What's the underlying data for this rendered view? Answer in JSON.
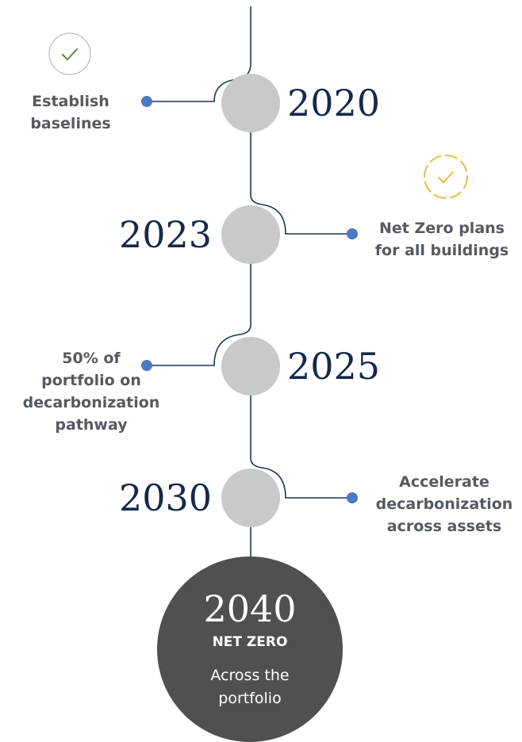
{
  "colors": {
    "line": "#1d3557",
    "node": "#c8c9cb",
    "dot": "#4a7bc4",
    "year_text": "#142a4c",
    "label_text": "#555a60",
    "done_check": "#5a8a3c",
    "pending_check": "#f0b93a",
    "final_circle": "#4f5052"
  },
  "milestones": [
    {
      "year": "2020",
      "label": "Establish\nbaselines",
      "status_icon": "check-circle-icon"
    },
    {
      "year": "2023",
      "label": "Net Zero plans\nfor all buildings",
      "status_icon": "dashed-check-circle-icon"
    },
    {
      "year": "2025",
      "label": "50% of\nportfolio on\ndecarbonization\npathway"
    },
    {
      "year": "2030",
      "label": "Accelerate\ndecarbonization\nacross assets"
    }
  ],
  "final": {
    "year": "2040",
    "title": "NET ZERO",
    "subtitle": "Across the\nportfolio"
  }
}
